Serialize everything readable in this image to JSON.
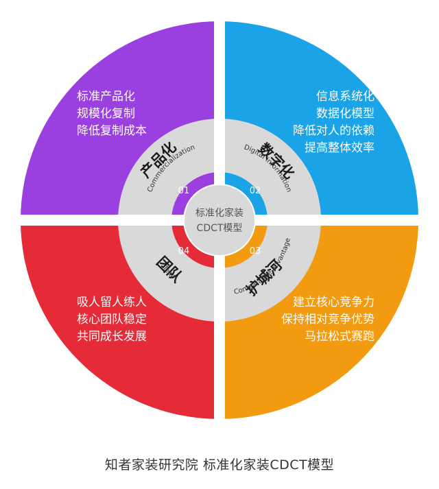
{
  "quadrants": [
    {
      "id": "q1",
      "color": "#9a3fe0",
      "inner_color": "#9a3fe0",
      "num": "01",
      "title": "产品化",
      "subtitle": "Commercialization",
      "lines": [
        "标准产品化",
        "规模化复制",
        "降低复制成本"
      ]
    },
    {
      "id": "q2",
      "color": "#1aa3e6",
      "inner_color": "#1aa3e6",
      "num": "02",
      "title": "数字化",
      "subtitle": "Digital information",
      "lines": [
        "信息系统化",
        "数据化模型",
        "降低对人的依赖",
        "提高整体效率"
      ]
    },
    {
      "id": "q3",
      "color": "#f29a10",
      "inner_color": "#f29a10",
      "num": "03",
      "title": "护城河",
      "subtitle": "Comparative advantage",
      "lines": [
        "建立核心竞争力",
        "保持相对竞争优势",
        "马拉松式赛跑"
      ]
    },
    {
      "id": "q4",
      "color": "#e52a38",
      "inner_color": "#e52a38",
      "num": "04",
      "title": "团队",
      "subtitle": "Team",
      "lines": [
        "吸人留人练人",
        "核心团队稳定",
        "共同成长发展"
      ]
    }
  ],
  "center": {
    "line1": "标准化家装",
    "line2": "CDCT模型"
  },
  "caption": "知者家装研究院 标准化家装CDCT模型",
  "colors": {
    "ring": "#d9d9d9",
    "center": "#d9d9d9",
    "gap": "#ffffff"
  }
}
